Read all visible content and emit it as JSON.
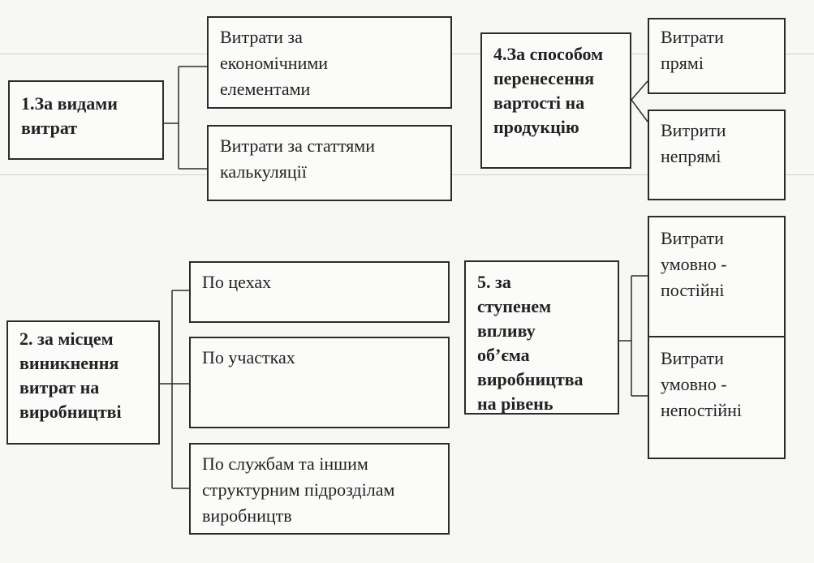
{
  "groups": {
    "g1": {
      "title": [
        "1.За видами",
        "витрат"
      ],
      "items": [
        [
          "Витрати за",
          "економічними",
          "елементами"
        ],
        [
          "Витрати за статтями",
          "калькуляції"
        ]
      ]
    },
    "g2": {
      "title": [
        "2. за місцем",
        "виникнення",
        "витрат на",
        "виробництві"
      ],
      "items": [
        [
          "По цехах"
        ],
        [
          "По участках"
        ],
        [
          "По службам та іншим",
          "структурним підрозділам",
          "виробництв"
        ]
      ]
    },
    "g4": {
      "title": [
        "4.За способом",
        "перенесення",
        "вартості на",
        "продукцію"
      ],
      "items": [
        [
          "Витрати",
          "прямі"
        ],
        [
          "Витрити",
          "непрямі"
        ]
      ]
    },
    "g5": {
      "title": [
        "5. за",
        "ступенем",
        "впливу",
        "об’єма",
        "виробництва",
        "на рівень"
      ],
      "items": [
        [
          "Витрати",
          "умовно -",
          "постійні"
        ],
        [
          "Витрати",
          "умовно -",
          "непостійні"
        ]
      ]
    }
  }
}
